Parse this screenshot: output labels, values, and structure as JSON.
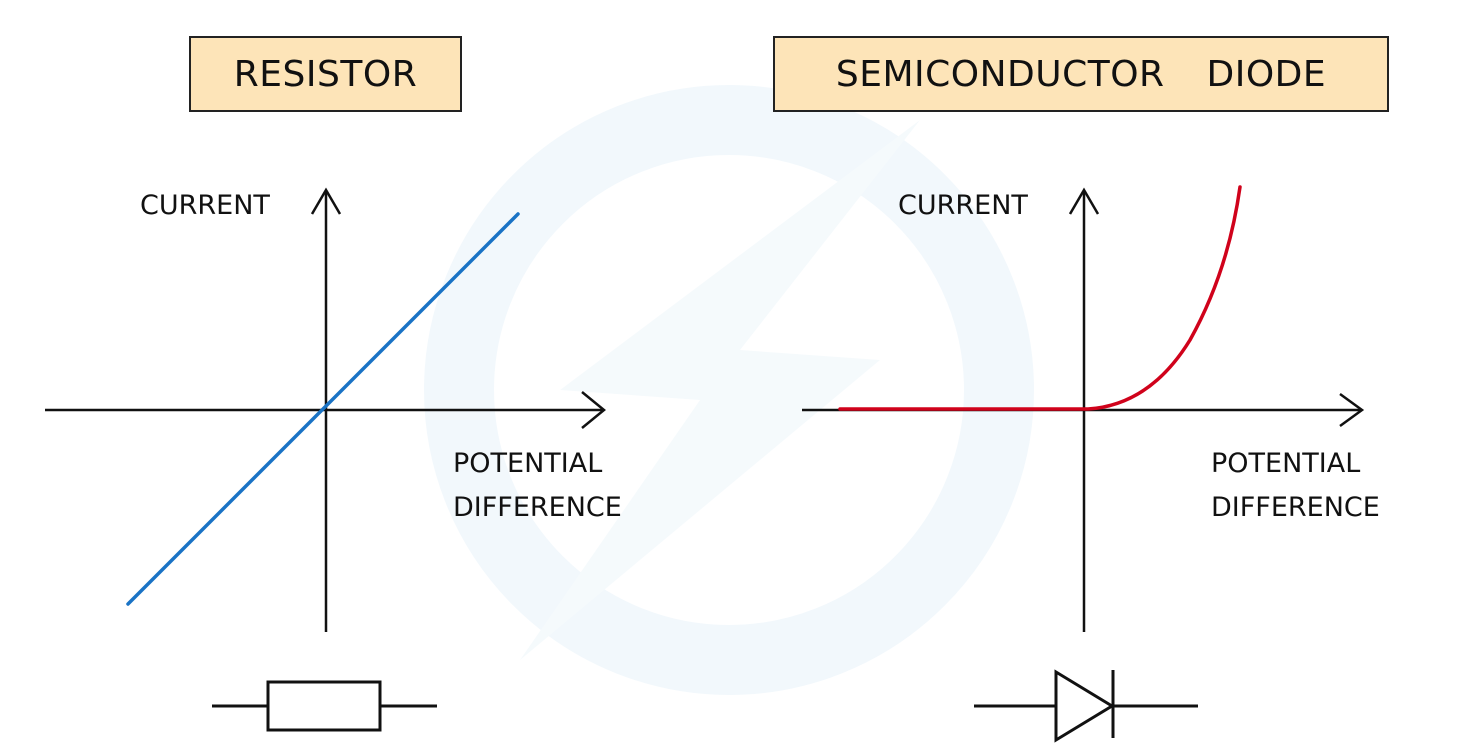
{
  "panels": [
    {
      "title": "RESISTOR",
      "y_axis_label": "CURRENT",
      "x_axis_label_lines": [
        "POTENTIAL",
        "DIFFERENCE"
      ],
      "curve": "linear through origin",
      "curve_color": "#1a73c5",
      "symbol": "resistor"
    },
    {
      "title": "SEMICONDUCTOR DIODE",
      "y_axis_label": "CURRENT",
      "x_axis_label_lines": [
        "POTENTIAL",
        "DIFFERENCE"
      ],
      "curve": "zero for negative p.d., rising steeply for positive p.d.",
      "curve_color": "#d0021b",
      "symbol": "diode"
    }
  ],
  "colors": {
    "title_fill": "#fde4b8",
    "axis": "#111111",
    "watermark": "#eef6fb"
  }
}
